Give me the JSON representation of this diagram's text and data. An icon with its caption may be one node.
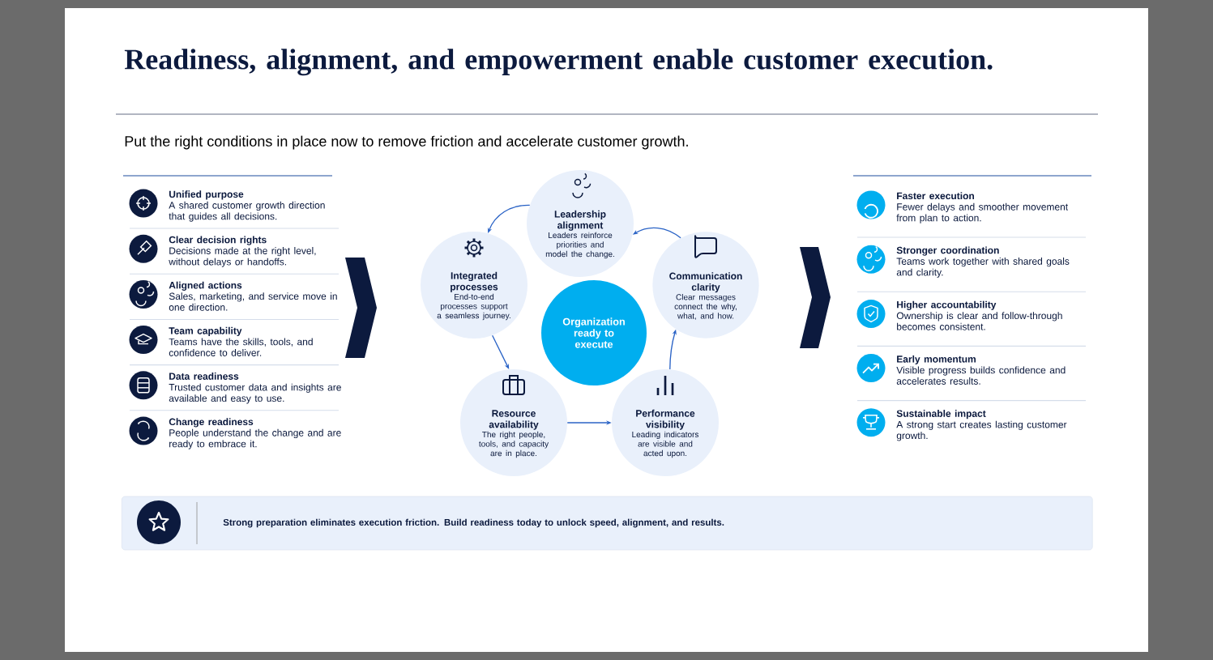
{
  "diagram": {
    "title": "Readiness, alignment, and empowerment enable customer execution.",
    "nodes": [
      {
        "text": [
          "Unified purpose",
          "A shared customer growth direction that guides all decisions."
        ]
      },
      {
        "text": [
          "Clear decision rights",
          "Decisions made at the right level, without delays or handoffs."
        ]
      },
      {
        "text": [
          "Aligned actions",
          "Sales, marketing, and service move in one direction."
        ]
      },
      {
        "text": [
          "Team capability",
          "Teams have the skills, tools, and confidence to deliver."
        ]
      },
      {
        "text": [
          "Data readiness",
          "Trusted customer data and insights are available and easy to use."
        ]
      },
      {
        "text": [
          "Change readiness",
          "People understand the change and are ready to embrace it."
        ]
      },
      {
        "text": [
          "Leadership alignment",
          "Leaders reinforce priorities and model the change."
        ]
      },
      {
        "text": [
          "Integrated processes",
          "End-to-end processes support a seamless journey."
        ]
      },
      {
        "text": [
          "Resource availability",
          "The right people, tools, and capacity are in place."
        ]
      },
      {
        "text": [
          "Performance visibility",
          "Leading indicators are visible and acted upon."
        ]
      },
      {
        "text": [
          "Communication clarity",
          "Clear messages connect the why, what, and how."
        ]
      },
      {
        "text": [
          "Organization ready to execute"
        ]
      },
      {
        "text": [
          "Faster execution",
          "Fewer delays and smoother movement from plan to action."
        ]
      },
      {
        "text": [
          "Stronger coordination",
          "Teams work together with shared goals and clarity."
        ]
      },
      {
        "text": [
          "Higher accountability",
          "Ownership is clear and follow-through becomes consistent."
        ]
      },
      {
        "text": [
          "Early momentum",
          "Visible progress builds confidence and accelerates results."
        ]
      },
      {
        "text": [
          "Sustainable impact",
          "A strong start creates lasting customer growth."
        ]
      },
      {
        "text": [
          "Strong preparation eliminates execution friction. Build readiness today to unlock speed, alignment, and results."
        ]
      }
    ],
    "edges": [
      {
        "from": 6,
        "to": 7,
        "arrow": "to"
      },
      {
        "from": 7,
        "to": 8,
        "arrow": "to"
      },
      {
        "from": 8,
        "to": 9,
        "arrow": "to"
      },
      {
        "from": 9,
        "to": 10,
        "arrow": "to"
      },
      {
        "from": 10,
        "to": 6,
        "arrow": "to"
      }
    ],
    "labels": [
      "Put the right conditions in place now to remove friction and accelerate customer growth."
    ]
  }
}
